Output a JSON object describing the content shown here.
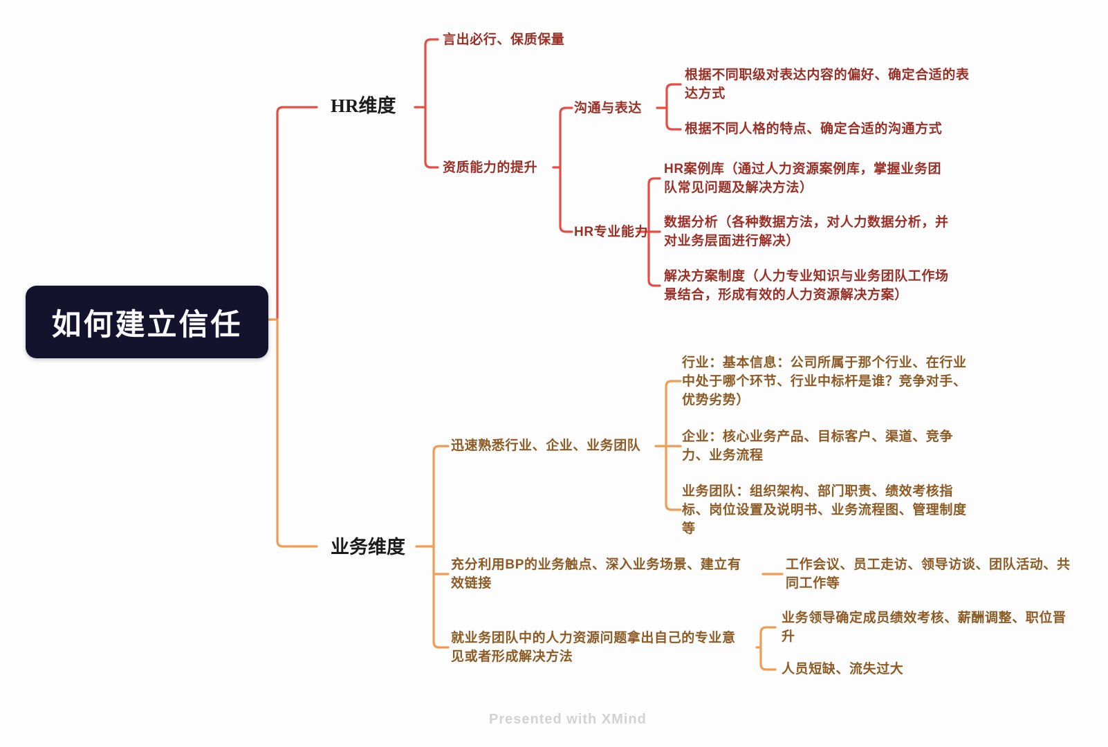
{
  "app": {
    "name": "XMind mind map",
    "watermark": "Presented with XMind"
  },
  "colors": {
    "background": "#fdfdfd",
    "root_bg": "#14132e",
    "root_text": "#fafafa",
    "hr_branch_line": "#e84b42",
    "hr_branch_text": "#9a2f26",
    "biz_branch_line": "#f09c52",
    "biz_branch_text": "#8d5a24",
    "main_label_text": "#1b1b1b",
    "watermark_text": "#d2d2d2"
  },
  "map": {
    "label": "如何建立信任",
    "children": [
      {
        "label": "HR维度",
        "children": [
          {
            "label": "言出必行、保质保量",
            "children": []
          },
          {
            "label": "资质能力的提升",
            "children": [
              {
                "label": "沟通与表达",
                "children": [
                  {
                    "label": "根据不同职级对表达内容的偏好、确定合适的表达方式"
                  },
                  {
                    "label": "根据不同人格的特点、确定合适的沟通方式"
                  }
                ]
              },
              {
                "label": "HR专业能力",
                "children": [
                  {
                    "label": "HR案例库（通过人力资源案例库，掌握业务团队常见问题及解决方法）"
                  },
                  {
                    "label": "数据分析（各种数据方法，对人力数据分析，并对业务层面进行解决）"
                  },
                  {
                    "label": "解决方案制度（人力专业知识与业务团队工作场景结合，形成有效的人力资源解决方案）"
                  }
                ]
              }
            ]
          }
        ]
      },
      {
        "label": "业务维度",
        "children": [
          {
            "label": "迅速熟悉行业、企业、业务团队",
            "children": [
              {
                "label": "行业：基本信息：公司所属于那个行业、在行业中处于哪个环节、行业中标杆是谁？竞争对手、优势劣势）"
              },
              {
                "label": "企业：核心业务产品、目标客户、渠道、竞争力、业务流程"
              },
              {
                "label": "业务团队：组织架构、部门职责、绩效考核指标、岗位设置及说明书、业务流程图、管理制度等"
              }
            ]
          },
          {
            "label": "充分利用BP的业务触点、深入业务场景、建立有效链接",
            "children": [
              {
                "label": "工作会议、员工走访、领导访谈、团队活动、共同工作等"
              }
            ]
          },
          {
            "label": "就业务团队中的人力资源问题拿出自己的专业意见或者形成解决方法",
            "children": [
              {
                "label": "业务领导确定成员绩效考核、薪酬调整、职位晋升"
              },
              {
                "label": "人员短缺、流失过大"
              }
            ]
          }
        ]
      }
    ]
  }
}
